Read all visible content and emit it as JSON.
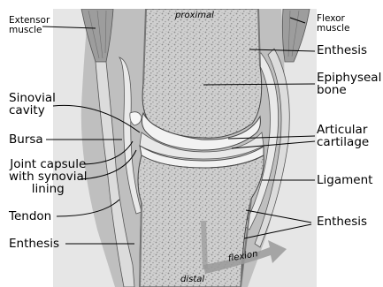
{
  "labels": {
    "extensor_muscle": "Extensor\nmuscle",
    "proximal": "proximal",
    "flexor_muscle": "Flexor\nmuscle",
    "enthesis_top": "Enthesis",
    "epiphyseal_bone": "Epiphyseal\nbone",
    "synovial_cavity": "Sinovial\ncavity",
    "bursa": "Bursa",
    "articular_cartilage": "Articular\ncartilage",
    "joint_capsule": "Joint capsule\nwith synovial\nlining",
    "ligament": "Ligament",
    "tendon": "Tendon",
    "enthesis_right": "Enthesis",
    "enthesis_left": "Enthesis",
    "flexion": "flexion",
    "distal": "distal"
  },
  "colors": {
    "bone_fill": "#c8c8c8",
    "bone_speckle": "#8c8c8c",
    "cartilage": "#f2f2f2",
    "capsule": "#e9e9e9",
    "muscle": "#9d9d9d",
    "tendon": "#dcdcdc",
    "soft_tissue": "#bfbfbf",
    "arrow": "#999999"
  }
}
